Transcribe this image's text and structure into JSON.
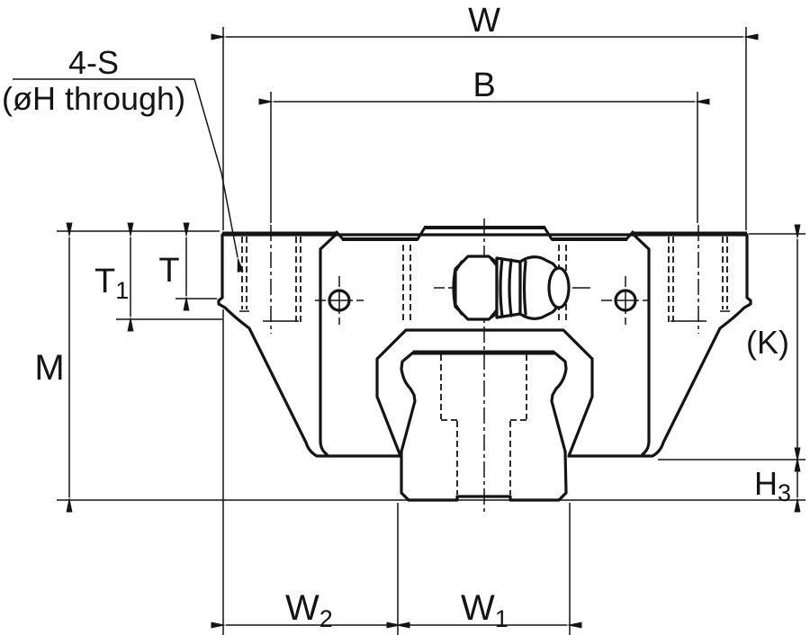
{
  "labels": {
    "w": "W",
    "b": "B",
    "note_line1": "4-S",
    "note_line2": "(øH through)",
    "t1_base": "T",
    "t1_sub": "1",
    "t": "T",
    "m": "M",
    "k": "(K)",
    "h3_base": "H",
    "h3_sub": "3",
    "w2_base": "W",
    "w2_sub": "2",
    "w1_base": "W",
    "w1_sub": "1"
  },
  "colors": {
    "line": "#141414",
    "background": "#ffffff"
  }
}
